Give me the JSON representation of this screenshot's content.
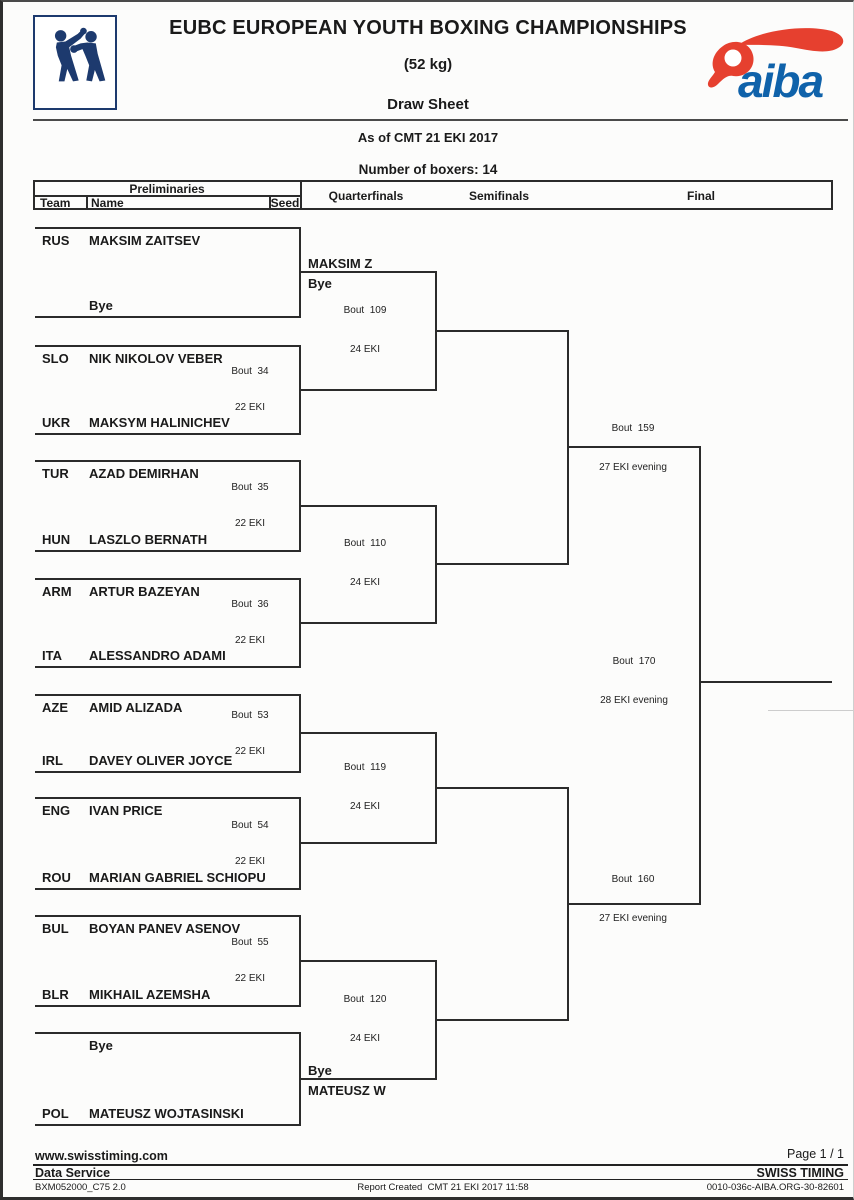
{
  "header": {
    "title": "EUBC EUROPEAN YOUTH BOXING CHAMPIONSHIPS",
    "weight_category": "(52 kg)",
    "sheet_title": "Draw Sheet",
    "as_of": "As of CMT 21 EKI 2017",
    "boxers_count": "Number of boxers: 14"
  },
  "aiba_logo_text": "aiba",
  "table_header": {
    "preliminaries": "Preliminaries",
    "team": "Team",
    "name": "Name",
    "seed": "Seed",
    "quarterfinals": "Quarterfinals",
    "semifinals": "Semifinals",
    "final": "Final"
  },
  "bracket": {
    "prelims": [
      {
        "team1": "RUS",
        "name1": "MAKSIM ZAITSEV",
        "team2": "",
        "name2": "Bye",
        "bout": "",
        "date": "",
        "adv_top": "MAKSIM Z",
        "adv_bottom": "Bye"
      },
      {
        "team1": "SLO",
        "name1": "NIK NIKOLOV VEBER",
        "team2": "UKR",
        "name2": "MAKSYM HALINICHEV",
        "bout": "Bout  34",
        "date": "22 EKI",
        "adv_top": "",
        "adv_bottom": ""
      },
      {
        "team1": "TUR",
        "name1": "AZAD DEMIRHAN",
        "team2": "HUN",
        "name2": "LASZLO BERNATH",
        "bout": "Bout  35",
        "date": "22 EKI",
        "adv_top": "",
        "adv_bottom": ""
      },
      {
        "team1": "ARM",
        "name1": "ARTUR BAZEYAN",
        "team2": "ITA",
        "name2": "ALESSANDRO ADAMI",
        "bout": "Bout  36",
        "date": "22 EKI",
        "adv_top": "",
        "adv_bottom": ""
      },
      {
        "team1": "AZE",
        "name1": "AMID ALIZADA",
        "team2": "IRL",
        "name2": "DAVEY OLIVER JOYCE",
        "bout": "Bout  53",
        "date": "22 EKI",
        "adv_top": "",
        "adv_bottom": ""
      },
      {
        "team1": "ENG",
        "name1": "IVAN PRICE",
        "team2": "ROU",
        "name2": "MARIAN GABRIEL SCHIOPU",
        "bout": "Bout  54",
        "date": "22 EKI",
        "adv_top": "",
        "adv_bottom": ""
      },
      {
        "team1": "BUL",
        "name1": "BOYAN PANEV ASENOV",
        "team2": "BLR",
        "name2": "MIKHAIL AZEMSHA",
        "bout": "Bout  55",
        "date": "22 EKI",
        "adv_top": "",
        "adv_bottom": ""
      },
      {
        "team1": "",
        "name1": "Bye",
        "team2": "POL",
        "name2": "MATEUSZ WOJTASINSKI",
        "bout": "",
        "date": "",
        "adv_top": "Bye",
        "adv_bottom": "MATEUSZ W"
      }
    ],
    "quarterfinals": [
      {
        "bout": "Bout  109",
        "date": "24 EKI"
      },
      {
        "bout": "Bout  110",
        "date": "24 EKI"
      },
      {
        "bout": "Bout  119",
        "date": "24 EKI"
      },
      {
        "bout": "Bout  120",
        "date": "24 EKI"
      }
    ],
    "semifinals": [
      {
        "bout": "Bout  159",
        "date": "27 EKI evening"
      },
      {
        "bout": "Bout  160",
        "date": "27 EKI evening"
      }
    ],
    "final": {
      "bout": "Bout  170",
      "date": "28 EKI evening"
    }
  },
  "footer": {
    "website": "www.swisstiming.com",
    "page": "Page 1 / 1",
    "service": "Data Service",
    "brand": "SWISS TIMING",
    "doc_code": "BXM052000_C75 2.0",
    "report_created": "Report Created  CMT 21 EKI 2017 11:58",
    "doc_ref": "0010-036c-AIBA.ORG-30-82601"
  }
}
